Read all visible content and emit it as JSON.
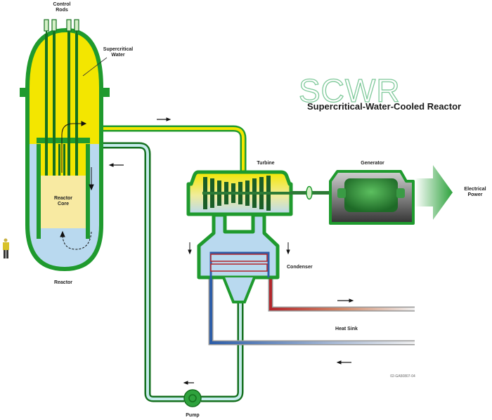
{
  "title": {
    "acronym": "SCWR",
    "full_name": "Supercritical-Water-Cooled Reactor"
  },
  "labels": {
    "control_rods": [
      "Control",
      "Rods"
    ],
    "supercritical_water": [
      "Supercritical",
      "Water"
    ],
    "reactor_core": [
      "Reactor",
      "Core"
    ],
    "reactor": "Reactor",
    "turbine": "Turbine",
    "generator": "Generator",
    "electrical_power": [
      "Electrical",
      "Power"
    ],
    "condenser": "Condenser",
    "heat_sink": "Heat Sink",
    "pump": "Pump",
    "figure_code": "02-GA50807-04"
  },
  "colors": {
    "vessel_green": "#1f9a2e",
    "pipe_dark_green": "#15701f",
    "supercritical_yellow": "#f3e600",
    "core_beige": "#f8eaa2",
    "water_blue": "#b9d9ef",
    "hot_red": "#b3262c",
    "cold_blue": "#2e5ea8",
    "title_outline": "#7fc99a",
    "generator_green": "#2f8f3c"
  }
}
